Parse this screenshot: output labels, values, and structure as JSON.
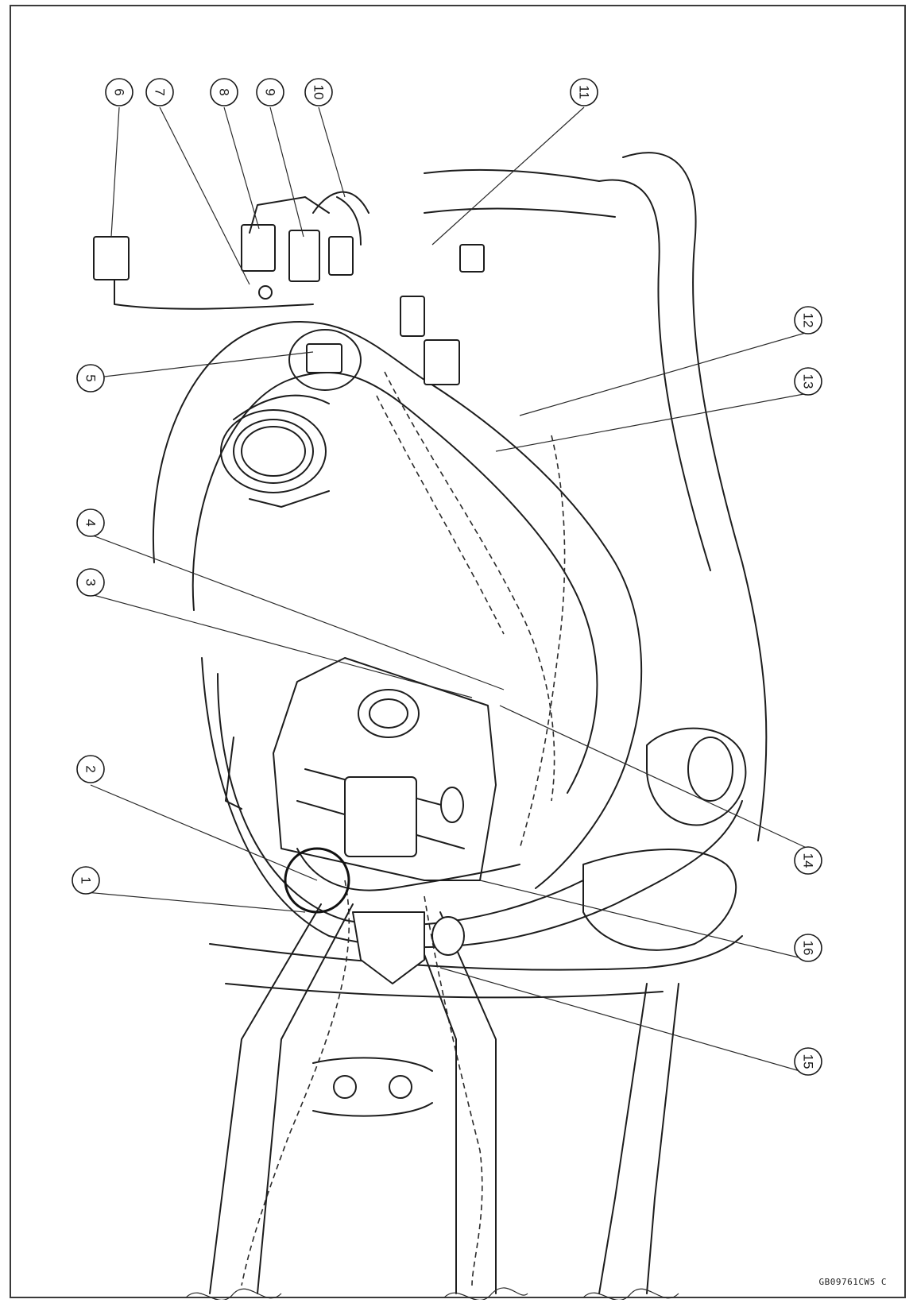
{
  "figure": {
    "reference_code": "GB09761CW5 C",
    "callouts": [
      {
        "id": "c1",
        "label": "1"
      },
      {
        "id": "c2",
        "label": "2"
      },
      {
        "id": "c3",
        "label": "3"
      },
      {
        "id": "c4",
        "label": "4"
      },
      {
        "id": "c5",
        "label": "5"
      },
      {
        "id": "c6",
        "label": "6"
      },
      {
        "id": "c7",
        "label": "7"
      },
      {
        "id": "c8",
        "label": "8"
      },
      {
        "id": "c9",
        "label": "9"
      },
      {
        "id": "c10",
        "label": "10"
      },
      {
        "id": "c11",
        "label": "11"
      },
      {
        "id": "c12",
        "label": "12"
      },
      {
        "id": "c13",
        "label": "13"
      },
      {
        "id": "c14",
        "label": "14"
      },
      {
        "id": "c15",
        "label": "15"
      },
      {
        "id": "c16",
        "label": "16"
      }
    ]
  },
  "colors": {
    "line": "#1d1d1d",
    "background": "#ffffff",
    "frame": "#3a3a3a"
  }
}
